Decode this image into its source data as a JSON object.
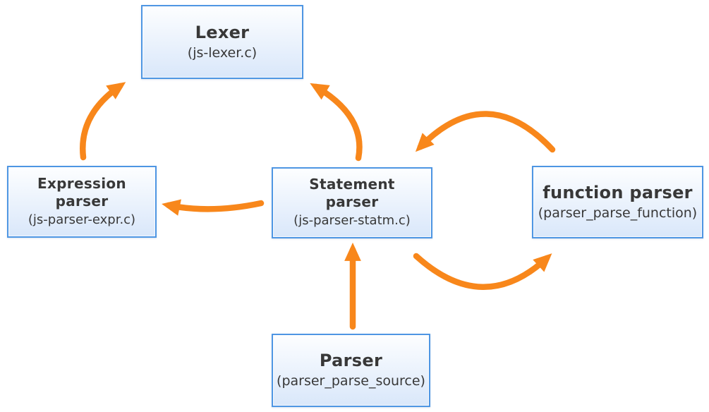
{
  "diagram": {
    "type": "flow-diagram",
    "description": "JavaScript parser architecture diagram",
    "colors": {
      "arrow": "#F8871B",
      "box_border": "#4E96E3",
      "box_fill_top": "#FDFEFF",
      "box_fill_bottom": "#D9E7FA",
      "text": "#383838"
    },
    "nodes": {
      "lexer": {
        "title": "Lexer",
        "subtitle": "(js-lexer.c)"
      },
      "expression_parser": {
        "title": "Expression\nparser",
        "subtitle": "(js-parser-expr.c)"
      },
      "statement_parser": {
        "title": "Statement\nparser",
        "subtitle": "(js-parser-statm.c)"
      },
      "function_parser": {
        "title": "function parser",
        "subtitle": "(parser_parse_function)"
      },
      "parser": {
        "title": "Parser",
        "subtitle": "(parser_parse_source)"
      }
    },
    "edges": [
      {
        "from": "expression_parser",
        "to": "lexer"
      },
      {
        "from": "statement_parser",
        "to": "lexer"
      },
      {
        "from": "statement_parser",
        "to": "expression_parser"
      },
      {
        "from": "function_parser",
        "to": "statement_parser"
      },
      {
        "from": "statement_parser",
        "to": "function_parser"
      },
      {
        "from": "parser",
        "to": "statement_parser"
      }
    ]
  }
}
